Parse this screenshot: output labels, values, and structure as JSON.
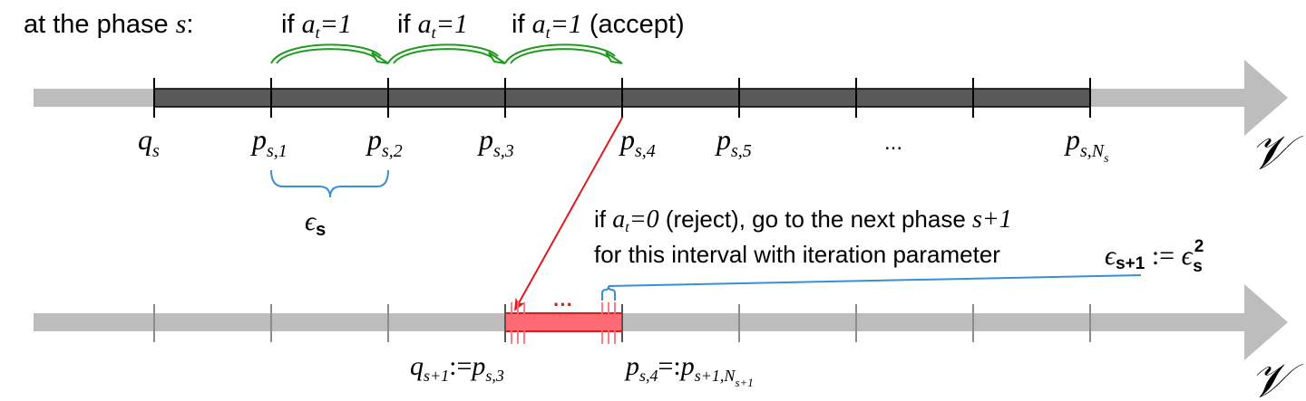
{
  "header": {
    "phase_prefix": "at the phase ",
    "phase_var": "s",
    "phase_colon": ":",
    "step_labels": [
      {
        "if": "if ",
        "var": "a",
        "sub": "t",
        "eq": "=1",
        "suffix": ""
      },
      {
        "if": "if ",
        "var": "a",
        "sub": "t",
        "eq": "=1",
        "suffix": ""
      },
      {
        "if": "if ",
        "var": "a",
        "sub": "t",
        "eq": "=1",
        "suffix": " (accept)"
      }
    ]
  },
  "top_axis": {
    "points": [
      {
        "main": "q",
        "sub": "s"
      },
      {
        "main": "p",
        "sub": "s,1"
      },
      {
        "main": "p",
        "sub": "s,2"
      },
      {
        "main": "p",
        "sub": "s,3"
      },
      {
        "main": "p",
        "sub": "s,4"
      },
      {
        "main": "p",
        "sub": "s,5"
      },
      {
        "main": "",
        "sub": ""
      },
      {
        "main": "...",
        "sub": ""
      },
      {
        "main": "p",
        "sub": "s,N",
        "subsub": "s"
      }
    ],
    "space_label": "𝒱",
    "epsilon_label": "ϵ",
    "epsilon_sub": "s"
  },
  "reject": {
    "line1_if": "if ",
    "line1_var": "a",
    "line1_sub": "t",
    "line1_eq": "=0",
    "line1_rest": " (reject), go to the next phase ",
    "line1_phase": "s+1",
    "line2_text": "for this interval with iteration parameter ",
    "formula_eps": "ϵ",
    "formula_eps_sub": "s+1",
    "formula_assign": " := ",
    "formula_rhs_eps": "ϵ",
    "formula_rhs_sub": "s",
    "formula_rhs_sup": "2"
  },
  "bottom_axis": {
    "ellipsis": "···",
    "left_label": {
      "q": "q",
      "q_sub": "s+1",
      "assign": ":=",
      "p": "p",
      "p_sub": "s,3"
    },
    "right_label": {
      "p": "p",
      "p_sub": "s,4",
      "assign": "=:",
      "p2": "p",
      "p2_sub": "s+1,N",
      "p2_subsub": "s+1"
    },
    "space_label": "𝒱"
  },
  "colors": {
    "axis_gray": "#bdbdbd",
    "dark_bar": "#595959",
    "green_arrow": "#1e9a1e",
    "red": "#e0191b",
    "red_fill": "#ff6b75",
    "blue": "#3b8ed0",
    "text": "#000000"
  }
}
